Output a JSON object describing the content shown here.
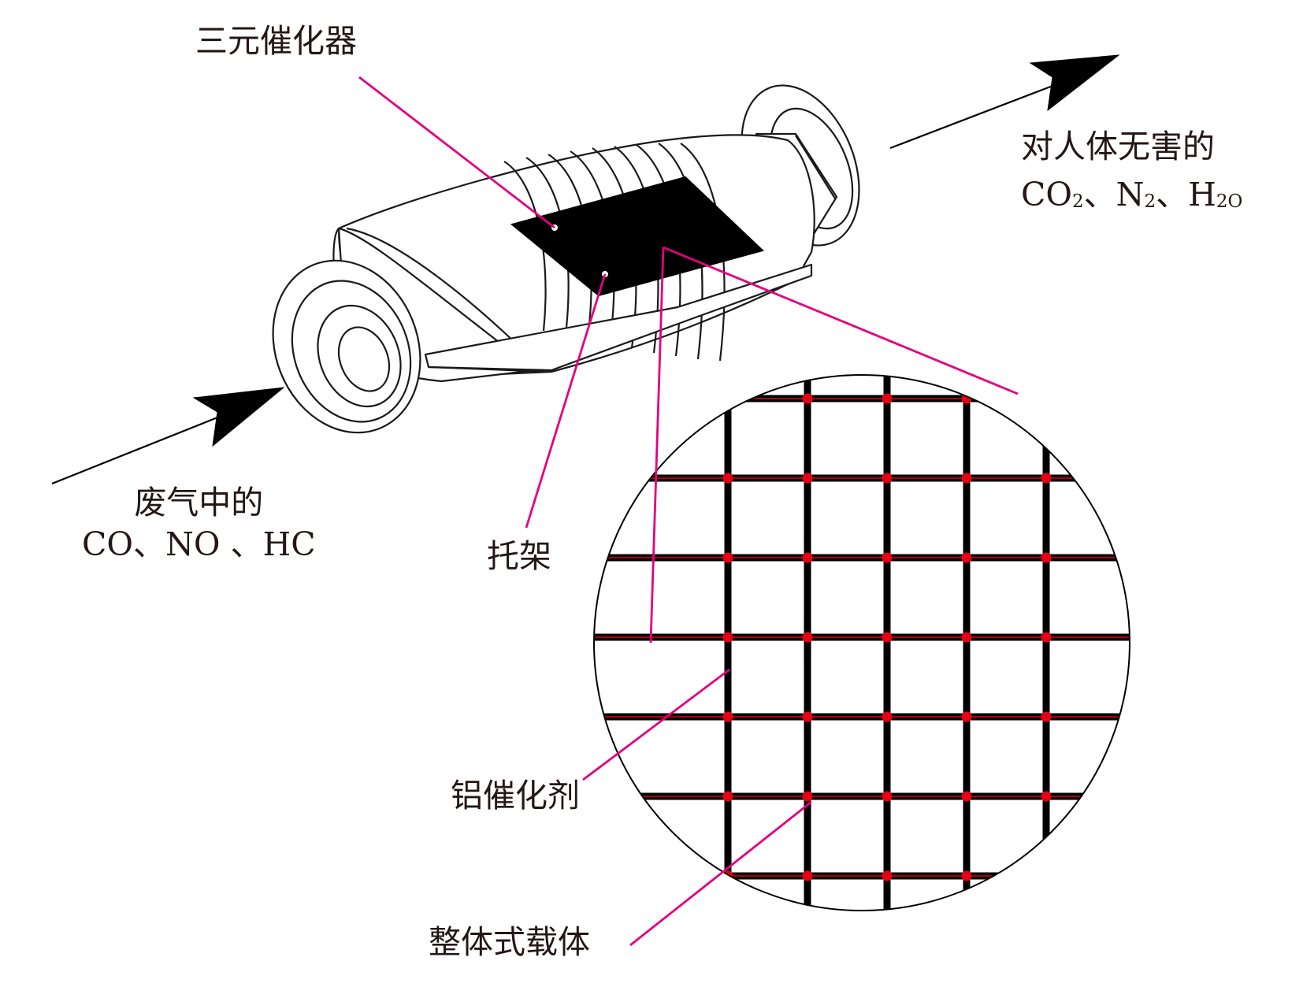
{
  "title": "三元催化器",
  "outlet": {
    "line1": "对人体无害的",
    "co2": "CO",
    "co2_sub": "2",
    "sep1": "、",
    "n2": "N",
    "n2_sub": "2",
    "sep2": "、",
    "h2o": "H",
    "h2o_sub": "2O"
  },
  "inlet": {
    "line1": "废气中的",
    "line2": "CO、NO 、HC"
  },
  "labels": {
    "bracket": "托架",
    "catalyst": "铝催化剂",
    "substrate": "整体式载体"
  },
  "colors": {
    "leader": "#e4007f",
    "node": "#e60012",
    "ink": "#231815",
    "grid": "#000000"
  }
}
